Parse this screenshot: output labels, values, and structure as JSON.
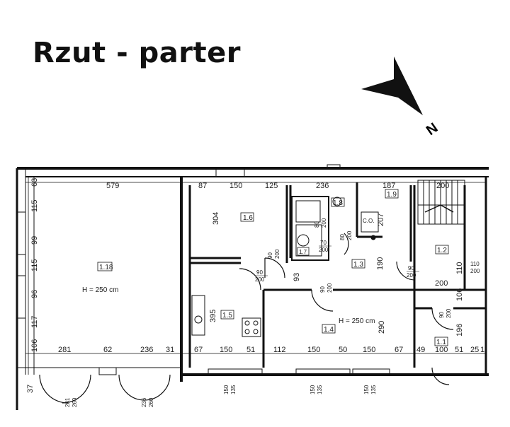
{
  "title": "Rzut - parter",
  "compass": {
    "label": "N"
  },
  "rooms": [
    {
      "id": "1.18",
      "label": "1.18",
      "height": "H = 250 cm"
    },
    {
      "id": "1.6",
      "label": "1.6"
    },
    {
      "id": "1.8",
      "label": "1.8"
    },
    {
      "id": "1.7",
      "label": "1.7"
    },
    {
      "id": "1.9",
      "label": "1.9"
    },
    {
      "id": "1.3",
      "label": "1.3"
    },
    {
      "id": "1.2",
      "label": "1.2"
    },
    {
      "id": "1.5",
      "label": "1.5"
    },
    {
      "id": "1.4",
      "label": "1.4",
      "height": "H = 250 cm"
    },
    {
      "id": "1.1",
      "label": "1.1"
    }
  ],
  "fixtures": {
    "co": "C.O."
  },
  "dims_top": [
    "579",
    "87",
    "150",
    "125",
    "236",
    "187",
    "200"
  ],
  "dims_left": [
    "63",
    "115",
    "99",
    "115",
    "96",
    "117",
    "106",
    "37"
  ],
  "dims_bottom": [
    "281",
    "62",
    "236",
    "31",
    "67",
    "150",
    "51",
    "112",
    "150",
    "50",
    "150",
    "67",
    "49",
    "100",
    "51",
    "25",
    "1"
  ],
  "dims_inner": [
    "304",
    "395",
    "93",
    "190",
    "290",
    "207",
    "200",
    "106",
    "196",
    "110"
  ],
  "doors": [
    {
      "w": "90",
      "h": "200"
    },
    {
      "w": "90",
      "h": "200"
    },
    {
      "w": "80",
      "h": "200"
    },
    {
      "w": "70",
      "h": "200"
    },
    {
      "w": "80",
      "h": "200"
    },
    {
      "w": "90",
      "h": "200"
    },
    {
      "w": "90",
      "h": "200"
    },
    {
      "w": "90",
      "h": "200"
    },
    {
      "w": "110",
      "h": "200"
    }
  ],
  "windows": [
    {
      "w": "150",
      "h": "135"
    },
    {
      "w": "150",
      "h": "135"
    },
    {
      "w": "150",
      "h": "135"
    },
    {
      "w": "281",
      "h": "260"
    },
    {
      "w": "236",
      "h": "260"
    }
  ]
}
